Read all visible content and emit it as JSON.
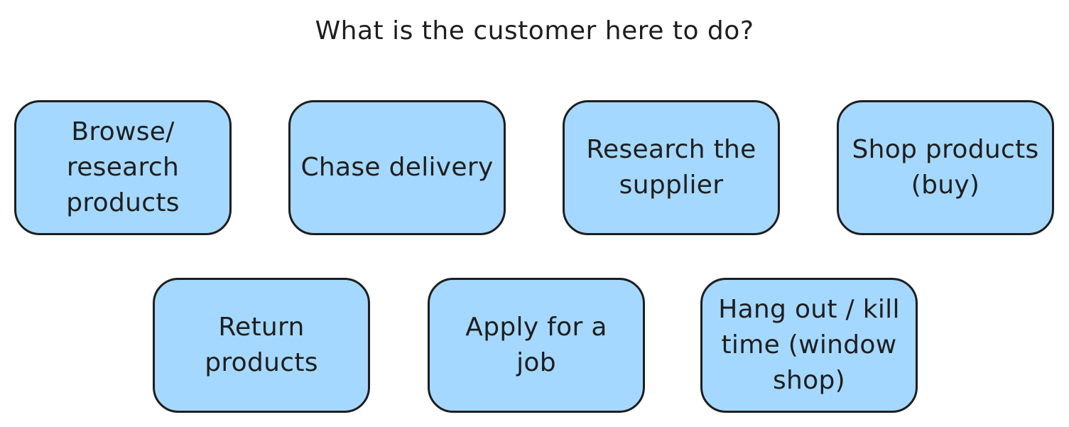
{
  "title": "What is the customer here to do?",
  "colors": {
    "card_fill": "#a5d8ff",
    "card_stroke": "#1e1e1e",
    "text": "#1e1e1e"
  },
  "cards": [
    {
      "label": "Browse/ research products"
    },
    {
      "label": "Chase delivery"
    },
    {
      "label": "Research the supplier"
    },
    {
      "label": "Shop products (buy)"
    },
    {
      "label": "Return products"
    },
    {
      "label": "Apply for a job"
    },
    {
      "label": "Hang out / kill time (window shop)"
    }
  ]
}
